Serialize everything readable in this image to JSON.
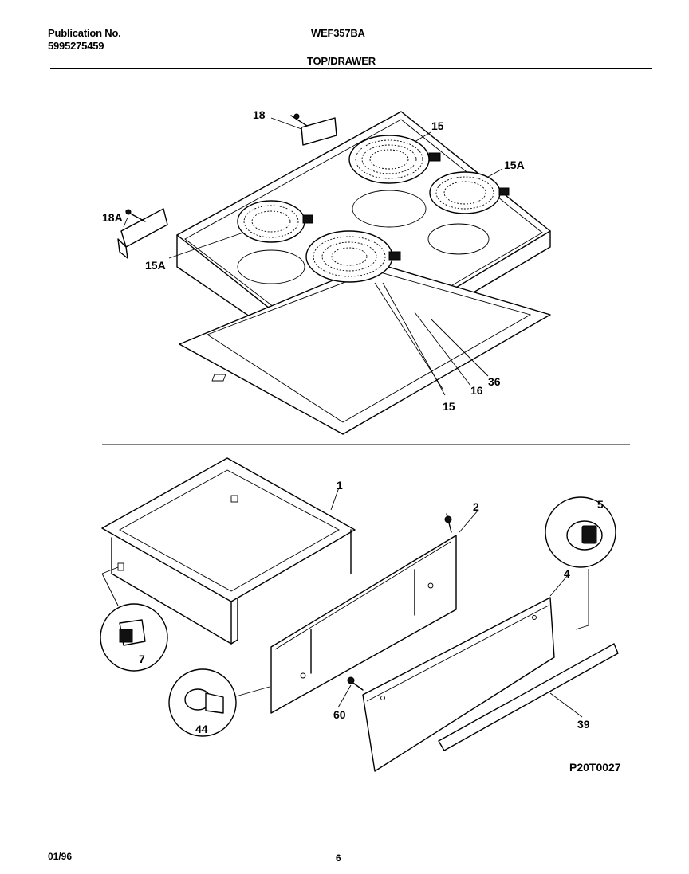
{
  "header": {
    "publication_label": "Publication No.",
    "publication_number": "5995275459",
    "model": "WEF357BA",
    "section_title": "TOP/DRAWER"
  },
  "callouts": {
    "c18": "18",
    "c15_top": "15",
    "c15a_right": "15A",
    "c18a": "18A",
    "c15a_left": "15A",
    "c16": "16",
    "c36": "36",
    "c15_bottom": "15",
    "c1": "1",
    "c2": "2",
    "c5": "5",
    "c4": "4",
    "c7": "7",
    "c44": "44",
    "c60": "60",
    "c39": "39"
  },
  "figure_code": "P20T0027",
  "footer": {
    "date": "01/96",
    "page": "6"
  }
}
